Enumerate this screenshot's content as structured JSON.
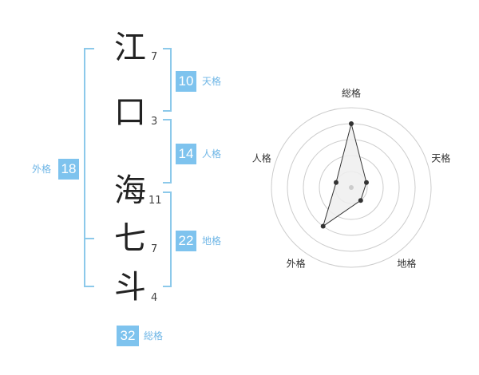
{
  "characters": [
    {
      "char": "江",
      "strokes": "7"
    },
    {
      "char": "口",
      "strokes": "3"
    },
    {
      "char": "海",
      "strokes": "11"
    },
    {
      "char": "七",
      "strokes": "7"
    },
    {
      "char": "斗",
      "strokes": "4"
    }
  ],
  "kaku": {
    "tenkaku": {
      "label": "天格",
      "value": "10"
    },
    "jinkaku": {
      "label": "人格",
      "value": "14"
    },
    "chikaku": {
      "label": "地格",
      "value": "22"
    },
    "gaikaku": {
      "label": "外格",
      "value": "18"
    },
    "soukaku": {
      "label": "総格",
      "value": "32"
    }
  },
  "radar": {
    "axes": [
      "総格",
      "天格",
      "地格",
      "外格",
      "人格"
    ],
    "levels": 5,
    "values": [
      4,
      1,
      1,
      3,
      1
    ],
    "colors": {
      "grid": "#cccccc",
      "fill": "#eeeeee",
      "line": "#333333",
      "center": "#cccccc"
    }
  },
  "colors": {
    "accent": "#7ec3ee",
    "bracket": "#8cc9ea"
  }
}
